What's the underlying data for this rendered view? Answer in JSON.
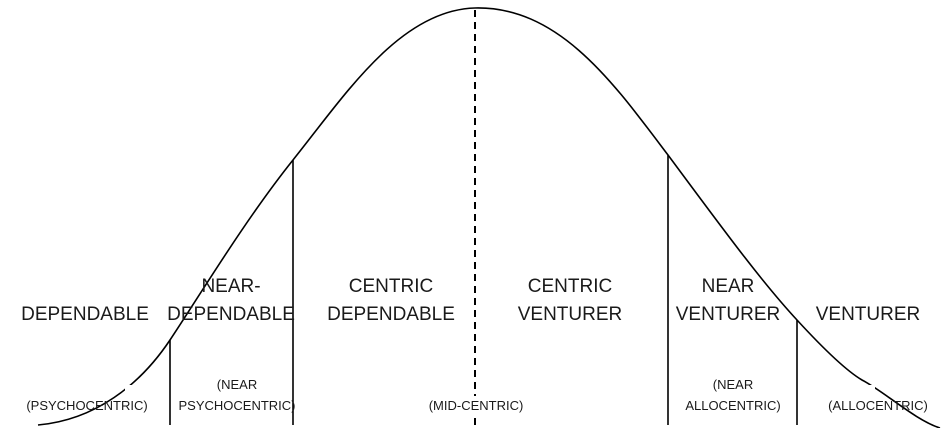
{
  "segments": [
    {
      "name_lines": [
        "DEPENDABLE"
      ],
      "sub_lines": [
        "(PSYCHOCENTRIC)"
      ]
    },
    {
      "name_lines": [
        "NEAR-",
        "DEPENDABLE"
      ],
      "sub_lines": [
        "(NEAR",
        "PSYCHOCENTRIC)"
      ]
    },
    {
      "name_lines": [
        "CENTRIC",
        "DEPENDABLE"
      ],
      "sub_lines": []
    },
    {
      "name_lines": [
        "CENTRIC",
        "VENTURER"
      ],
      "sub_lines": [
        "(MID-CENTRIC)"
      ]
    },
    {
      "name_lines": [
        "NEAR",
        "VENTURER"
      ],
      "sub_lines": [
        "(NEAR",
        "ALLOCENTRIC)"
      ]
    },
    {
      "name_lines": [
        "VENTURER"
      ],
      "sub_lines": [
        "(ALLOCENTRIC)"
      ]
    }
  ]
}
